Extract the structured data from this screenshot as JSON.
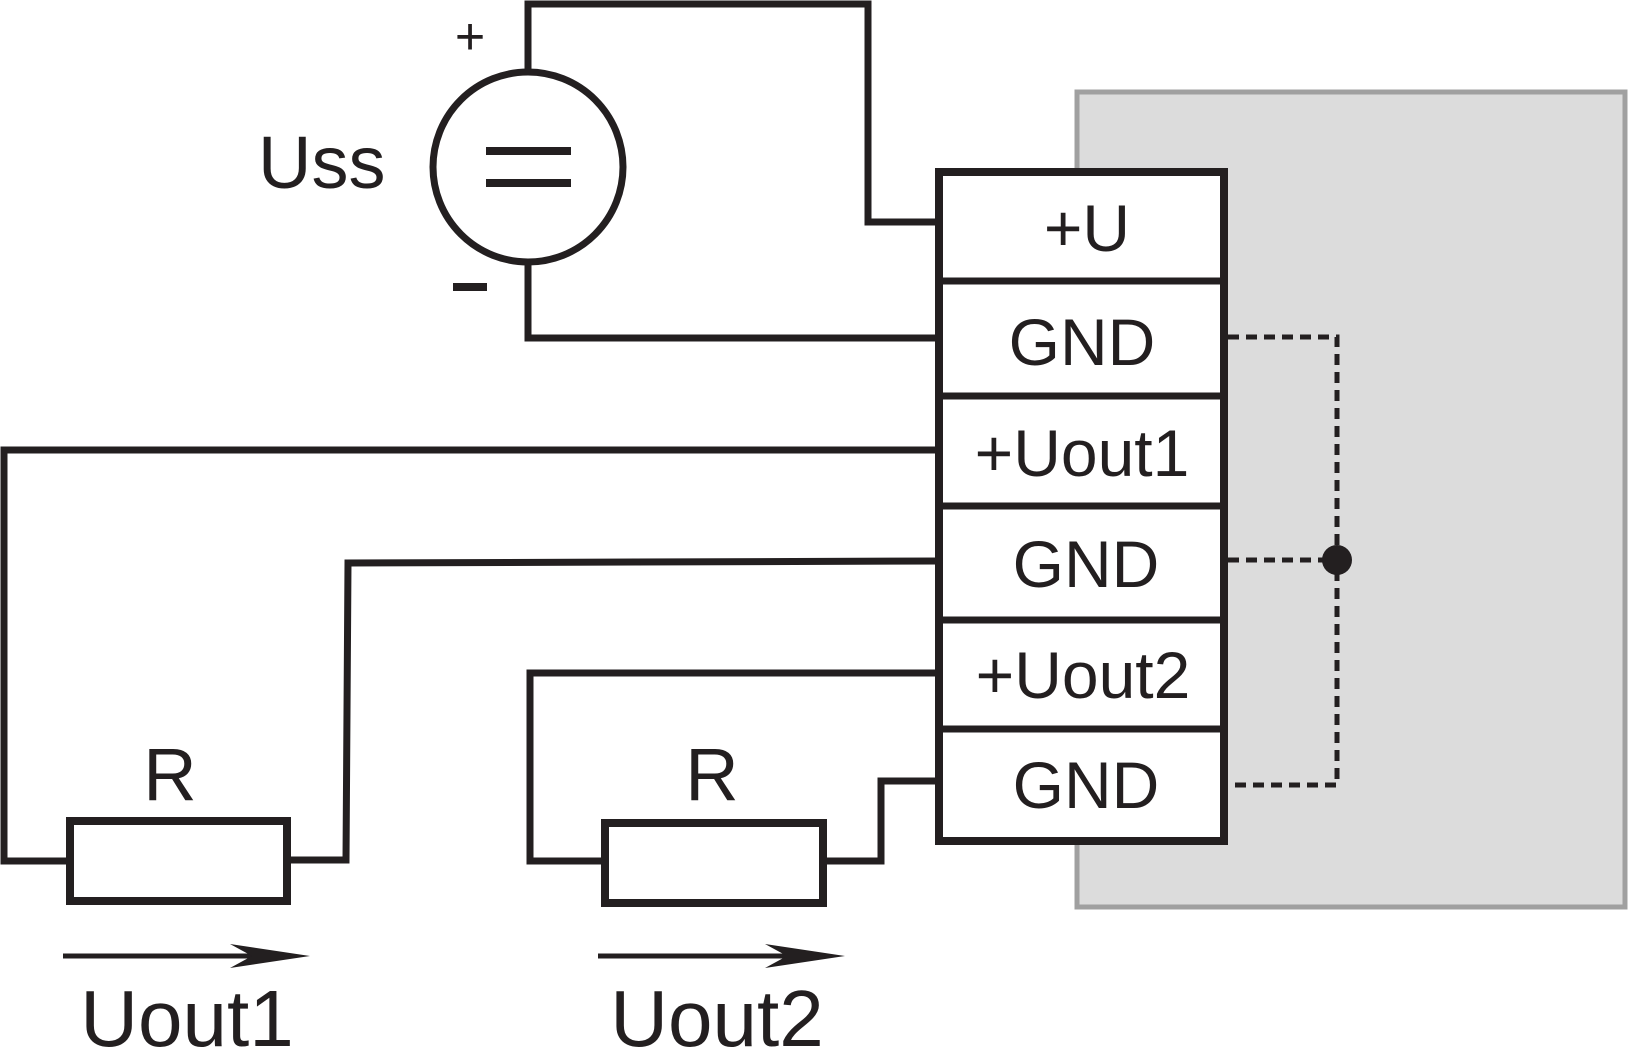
{
  "source": {
    "label": "Uss",
    "plus": "+",
    "minus": "-"
  },
  "terminals": [
    {
      "label": "+U"
    },
    {
      "label": "GND"
    },
    {
      "label": "+Uout1"
    },
    {
      "label": "GND"
    },
    {
      "label": "+Uout2"
    },
    {
      "label": "GND"
    }
  ],
  "loads": [
    {
      "resistor_label": "R",
      "voltage_label": "Uout1"
    },
    {
      "resistor_label": "R",
      "voltage_label": "Uout2"
    }
  ],
  "colors": {
    "line": "#231f20",
    "device_fill": "#dcdcdc",
    "device_border": "#a0a0a0",
    "terminal_fill": "#ffffff"
  }
}
